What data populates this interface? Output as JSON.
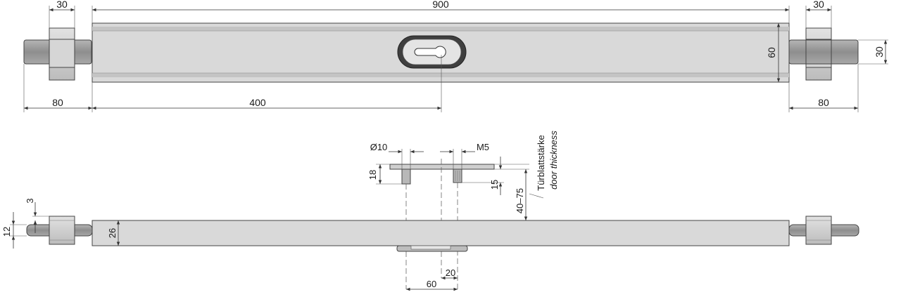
{
  "top_view": {
    "dim_overall": "900",
    "dim_cap_left": "30",
    "dim_cap_right": "30",
    "dim_height": "60",
    "dim_pin_height": "30",
    "dim_pin_left": "80",
    "dim_pin_right": "80",
    "dim_to_center": "400"
  },
  "plate": {
    "dim_hole": "Ø10",
    "dim_thread": "M5",
    "dim_depth": "18",
    "dim_stud": "15"
  },
  "side_view": {
    "dim_door": "40–75",
    "note_de": "Türblattstärke",
    "note_en": "door thickness",
    "dim_pin_offset": "3",
    "dim_pin_dia": "12",
    "dim_bar_thickness": "26",
    "dim_20": "20",
    "dim_60": "60"
  },
  "colors": {
    "bar": "#d9d9d9",
    "bar_edge": "#bdbdbd",
    "cap": "#cfcfcf",
    "pin": "#9a9a9a",
    "escutcheon": "#3f3f3f"
  }
}
